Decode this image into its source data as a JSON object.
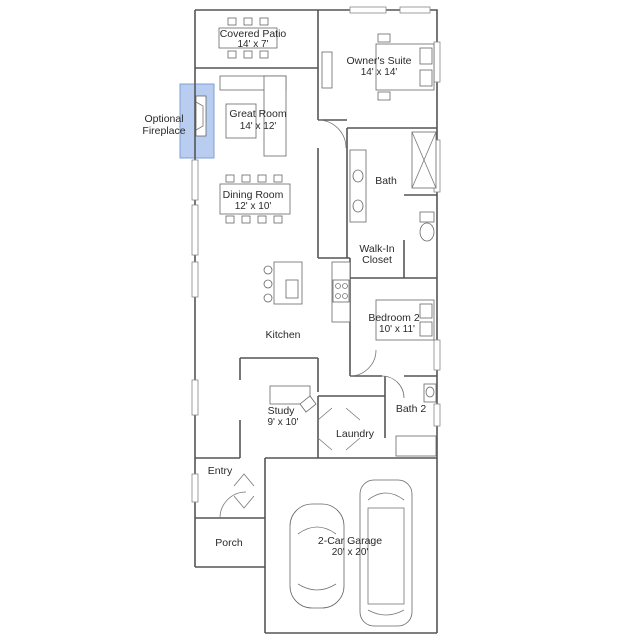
{
  "rooms": {
    "covered_patio": {
      "name": "Covered Patio",
      "dims": "14' x 7'"
    },
    "owners_suite": {
      "name": "Owner's Suite",
      "dims": "14' x 14'"
    },
    "great_room": {
      "name": "Great Room",
      "dims": "14' x 12'"
    },
    "optional_fireplace": {
      "line1": "Optional",
      "line2": "Fireplace"
    },
    "bath": {
      "name": "Bath"
    },
    "dining_room": {
      "name": "Dining Room",
      "dims": "12' x 10'"
    },
    "walk_in_closet": {
      "line1": "Walk-In",
      "line2": "Closet"
    },
    "bedroom2": {
      "name": "Bedroom 2",
      "dims": "10' x 11'"
    },
    "kitchen": {
      "name": "Kitchen"
    },
    "bath2": {
      "name": "Bath 2"
    },
    "study": {
      "name": "Study",
      "dims": "9' x 10'"
    },
    "laundry": {
      "name": "Laundry"
    },
    "entry": {
      "name": "Entry"
    },
    "garage": {
      "name": "2-Car Garage",
      "dims": "20' x 20'"
    },
    "porch": {
      "name": "Porch"
    }
  },
  "colors": {
    "fireplace_highlight": "#b8cdf0",
    "fireplace_border": "#7f9fd8",
    "wall": "#555555"
  }
}
